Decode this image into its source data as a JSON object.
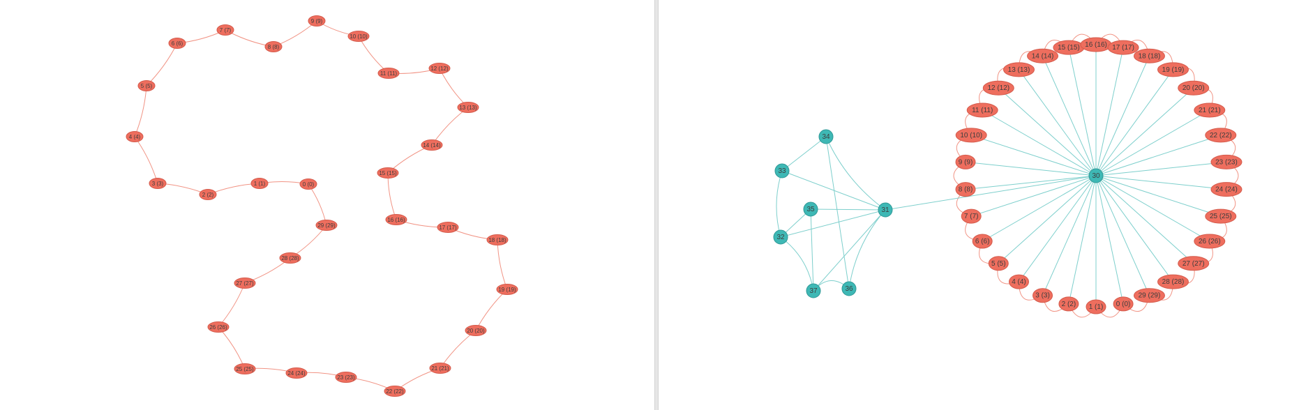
{
  "colors": {
    "ring_node_fill": "#ee6e5e",
    "ring_node_stroke": "#d45a4b",
    "ring_edge": "#f19384",
    "teal_node_fill": "#3eb8b5",
    "teal_node_stroke": "#2f9896",
    "teal_edge": "#7dcfcc",
    "divider": "#e6e6e6"
  },
  "left_graph": {
    "nodes": [
      {
        "id": "0",
        "label": "0 (0)"
      },
      {
        "id": "1",
        "label": "1 (1)"
      },
      {
        "id": "2",
        "label": "2 (2)"
      },
      {
        "id": "3",
        "label": "3 (3)"
      },
      {
        "id": "4",
        "label": "4 (4)"
      },
      {
        "id": "5",
        "label": "5 (5)"
      },
      {
        "id": "6",
        "label": "6 (6)"
      },
      {
        "id": "7",
        "label": "7 (7)"
      },
      {
        "id": "8",
        "label": "8 (8)"
      },
      {
        "id": "9",
        "label": "9 (9)"
      },
      {
        "id": "10",
        "label": "10 (10)"
      },
      {
        "id": "11",
        "label": "11 (11)"
      },
      {
        "id": "12",
        "label": "12 (12)"
      },
      {
        "id": "13",
        "label": "13 (13)"
      },
      {
        "id": "14",
        "label": "14 (14)"
      },
      {
        "id": "15",
        "label": "15 (15)"
      },
      {
        "id": "16",
        "label": "16 (16)"
      },
      {
        "id": "17",
        "label": "17 (17)"
      },
      {
        "id": "18",
        "label": "18 (18)"
      },
      {
        "id": "19",
        "label": "19 (19)"
      },
      {
        "id": "20",
        "label": "20 (20)"
      },
      {
        "id": "21",
        "label": "21 (21)"
      },
      {
        "id": "22",
        "label": "22 (22)"
      },
      {
        "id": "23",
        "label": "23 (23)"
      },
      {
        "id": "24",
        "label": "24 (24)"
      },
      {
        "id": "25",
        "label": "25 (25)"
      },
      {
        "id": "26",
        "label": "26 (26)"
      },
      {
        "id": "27",
        "label": "27 (27)"
      },
      {
        "id": "28",
        "label": "28 (28)"
      },
      {
        "id": "29",
        "label": "29 (29)"
      }
    ],
    "edges": [
      [
        "0",
        "1"
      ],
      [
        "1",
        "2"
      ],
      [
        "2",
        "3"
      ],
      [
        "3",
        "4"
      ],
      [
        "4",
        "5"
      ],
      [
        "5",
        "6"
      ],
      [
        "6",
        "7"
      ],
      [
        "7",
        "8"
      ],
      [
        "8",
        "9"
      ],
      [
        "9",
        "10"
      ],
      [
        "10",
        "11"
      ],
      [
        "11",
        "12"
      ],
      [
        "12",
        "13"
      ],
      [
        "13",
        "14"
      ],
      [
        "14",
        "15"
      ],
      [
        "15",
        "16"
      ],
      [
        "16",
        "17"
      ],
      [
        "17",
        "18"
      ],
      [
        "18",
        "19"
      ],
      [
        "19",
        "20"
      ],
      [
        "20",
        "21"
      ],
      [
        "21",
        "22"
      ],
      [
        "22",
        "23"
      ],
      [
        "23",
        "24"
      ],
      [
        "24",
        "25"
      ],
      [
        "25",
        "26"
      ],
      [
        "26",
        "27"
      ],
      [
        "27",
        "28"
      ],
      [
        "28",
        "29"
      ],
      [
        "29",
        "0"
      ]
    ]
  },
  "right_graph": {
    "ring_nodes": [
      {
        "id": "0",
        "label": "0 (0)"
      },
      {
        "id": "1",
        "label": "1 (1)"
      },
      {
        "id": "2",
        "label": "2 (2)"
      },
      {
        "id": "3",
        "label": "3 (3)"
      },
      {
        "id": "4",
        "label": "4 (4)"
      },
      {
        "id": "5",
        "label": "5 (5)"
      },
      {
        "id": "6",
        "label": "6 (6)"
      },
      {
        "id": "7",
        "label": "7 (7)"
      },
      {
        "id": "8",
        "label": "8 (8)"
      },
      {
        "id": "9",
        "label": "9 (9)"
      },
      {
        "id": "10",
        "label": "10 (10)"
      },
      {
        "id": "11",
        "label": "11 (11)"
      },
      {
        "id": "12",
        "label": "12 (12)"
      },
      {
        "id": "13",
        "label": "13 (13)"
      },
      {
        "id": "14",
        "label": "14 (14)"
      },
      {
        "id": "15",
        "label": "15 (15)"
      },
      {
        "id": "16",
        "label": "16 (16)"
      },
      {
        "id": "17",
        "label": "17 (17)"
      },
      {
        "id": "18",
        "label": "18 (18)"
      },
      {
        "id": "19",
        "label": "19 (19)"
      },
      {
        "id": "20",
        "label": "20 (20)"
      },
      {
        "id": "21",
        "label": "21 (21)"
      },
      {
        "id": "22",
        "label": "22 (22)"
      },
      {
        "id": "23",
        "label": "23 (23)"
      },
      {
        "id": "24",
        "label": "24 (24)"
      },
      {
        "id": "25",
        "label": "25 (25)"
      },
      {
        "id": "26",
        "label": "26 (26)"
      },
      {
        "id": "27",
        "label": "27 (27)"
      },
      {
        "id": "28",
        "label": "28 (28)"
      },
      {
        "id": "29",
        "label": "29 (29)"
      }
    ],
    "hub": {
      "id": "30",
      "label": "30"
    },
    "teal_nodes": [
      {
        "id": "31",
        "label": "31"
      },
      {
        "id": "32",
        "label": "32"
      },
      {
        "id": "33",
        "label": "33"
      },
      {
        "id": "34",
        "label": "34"
      },
      {
        "id": "35",
        "label": "35"
      },
      {
        "id": "36",
        "label": "36"
      },
      {
        "id": "37",
        "label": "37"
      }
    ],
    "teal_edges": [
      [
        "31",
        "30"
      ],
      [
        "31",
        "32"
      ],
      [
        "31",
        "33"
      ],
      [
        "31",
        "34"
      ],
      [
        "31",
        "35"
      ],
      [
        "31",
        "36"
      ],
      [
        "31",
        "37"
      ],
      [
        "32",
        "33"
      ],
      [
        "32",
        "35"
      ],
      [
        "32",
        "37"
      ],
      [
        "33",
        "34"
      ],
      [
        "34",
        "36"
      ],
      [
        "35",
        "37"
      ],
      [
        "36",
        "37"
      ]
    ]
  }
}
